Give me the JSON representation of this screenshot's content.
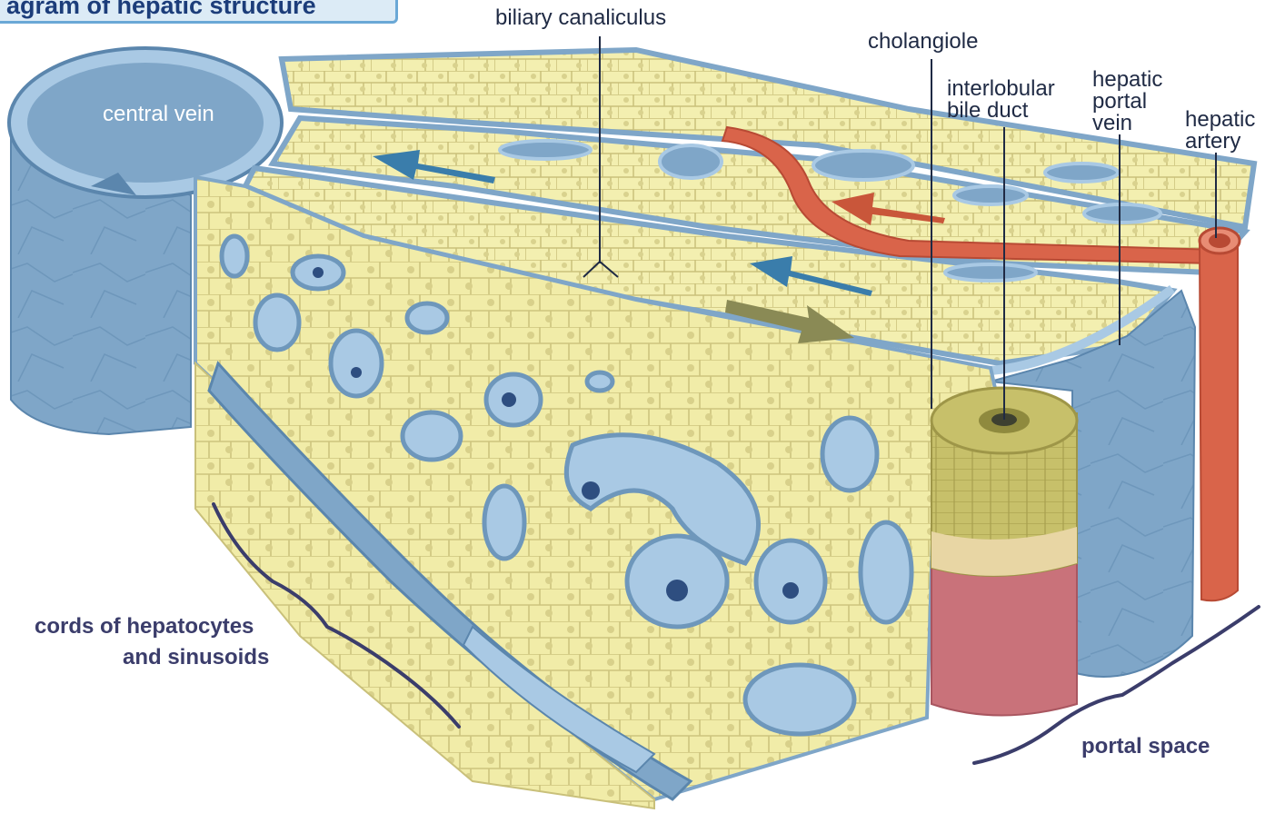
{
  "title": "agram of hepatic structure",
  "labels": {
    "biliary_canaliculus": "biliary canaliculus",
    "cholangiole": "cholangiole",
    "interlobular_bile_duct_1": "interlobular",
    "interlobular_bile_duct_2": "bile duct",
    "hepatic_portal_vein_1": "hepatic",
    "hepatic_portal_vein_2": "portal",
    "hepatic_portal_vein_3": "vein",
    "hepatic_artery_1": "hepatic",
    "hepatic_artery_2": "artery",
    "central_vein": "central vein",
    "cords_1": "cords of hepatocytes",
    "cords_2": "and sinusoids",
    "portal_space": "portal space"
  },
  "colors": {
    "hepatocyte": "#f3efb0",
    "hepatocyte_edge": "#c9c07a",
    "vein": "#7fa6c8",
    "vein_dark": "#5b86ad",
    "vein_light": "#a9c9e4",
    "artery": "#d9644a",
    "duct": "#c7c06a",
    "duct_base": "#c9727a",
    "arrow_blue": "#3a7dab",
    "arrow_red": "#c9563a",
    "arrow_olive": "#8a8a55",
    "brace": "#3b3d6b"
  }
}
